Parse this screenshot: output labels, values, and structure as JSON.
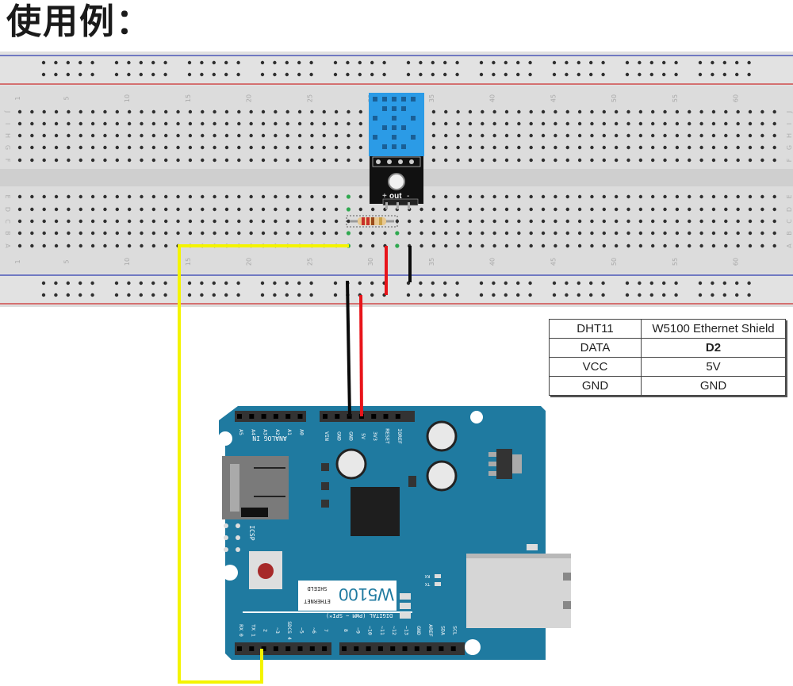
{
  "title": "使用例：",
  "breadboard": {
    "column_labels": [
      "1",
      "5",
      "10",
      "15",
      "20",
      "25",
      "30",
      "35",
      "40",
      "45",
      "50",
      "55",
      "60"
    ],
    "row_labels_top": [
      "J",
      "I",
      "H",
      "G",
      "F"
    ],
    "row_labels_bottom": [
      "E",
      "D",
      "C",
      "B",
      "A"
    ],
    "columns": 63,
    "colors": {
      "board": "#dcdcdc",
      "rail": "#e4e4e4",
      "hole": "#2e2e2e",
      "rail_blue": "#4a56b8",
      "rail_red": "#d04a4a",
      "highlight": "#2fa84f"
    }
  },
  "sensor": {
    "name": "DHT11",
    "pin_labels": [
      "+",
      "out",
      "-"
    ],
    "colors": {
      "body": "#2b9be6",
      "pcb": "#111111"
    }
  },
  "resistor": {
    "bands": [
      "#c8302a",
      "#c8302a",
      "#9a4a1a",
      "#caa248"
    ]
  },
  "wires": [
    {
      "name": "data-wire",
      "color": "#f4f400"
    },
    {
      "name": "vcc-wire",
      "color": "#e8141a"
    },
    {
      "name": "gnd-wire",
      "color": "#0a0a0a"
    }
  ],
  "shield": {
    "name": "W5100 Ethernet Shield",
    "board_color": "#1f7aa0",
    "analog_pins": [
      "A5",
      "A4",
      "A3",
      "A2",
      "A1",
      "A0"
    ],
    "analog_label": "ANALOG IN",
    "power_pins": [
      "VIN",
      "GND",
      "GND",
      "5V",
      "3V3",
      "RESET",
      "IOREF"
    ],
    "digital_pins_low": [
      "RX 0",
      "TX 1",
      "2",
      "~3",
      "SDCS 4",
      "~5",
      "~6",
      "7"
    ],
    "digital_pins_high": [
      "8",
      "~9",
      "~10",
      "~11",
      "~12",
      "~13",
      "GND",
      "AREF",
      "SDA",
      "SCL"
    ],
    "digital_label": "DIGITAL (PWM ~ SPI*)",
    "icsp_label": "ICSP",
    "logo_main": "W5100",
    "logo_sub1": "ETHERNET",
    "logo_sub2": "SHIELD",
    "led_labels": [
      "RX",
      "TX"
    ]
  },
  "table": {
    "header": [
      "DHT11",
      "W5100 Ethernet Shield"
    ],
    "rows": [
      {
        "sensor_pin": "DATA",
        "shield_pin": "D2",
        "bold": true
      },
      {
        "sensor_pin": "VCC",
        "shield_pin": "5V",
        "bold": false
      },
      {
        "sensor_pin": "GND",
        "shield_pin": "GND",
        "bold": false
      }
    ]
  }
}
